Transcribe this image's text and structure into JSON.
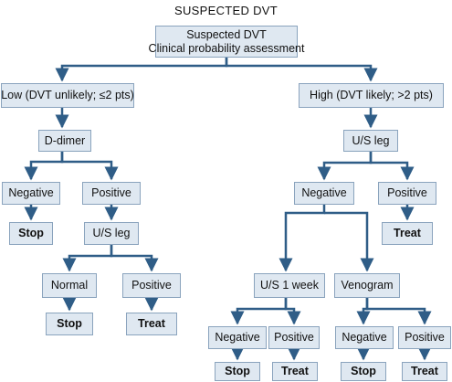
{
  "title": "SUSPECTED DVT",
  "root": {
    "line1": "Suspected DVT",
    "line2": "Clinical probability assessment"
  },
  "low": {
    "label": "Low (DVT unlikely; ≤2 pts)",
    "test": "D-dimer",
    "negative": "Negative",
    "negative_result": "Stop",
    "positive": "Positive",
    "us": "U/S leg",
    "normal": "Normal",
    "normal_result": "Stop",
    "us_positive": "Positive",
    "us_positive_result": "Treat"
  },
  "high": {
    "label": "High (DVT likely; >2 pts)",
    "test": "U/S leg",
    "negative": "Negative",
    "positive": "Positive",
    "positive_result": "Treat",
    "us_week": "U/S 1 week",
    "us_week_negative": "Negative",
    "us_week_negative_result": "Stop",
    "us_week_positive": "Positive",
    "us_week_positive_result": "Treat",
    "venogram": "Venogram",
    "venogram_negative": "Negative",
    "venogram_negative_result": "Stop",
    "venogram_positive": "Positive",
    "venogram_positive_result": "Treat"
  },
  "colors": {
    "box_fill": "#dfe8f1",
    "box_border": "#8aa3bd",
    "arrow": "#2f5d87"
  }
}
